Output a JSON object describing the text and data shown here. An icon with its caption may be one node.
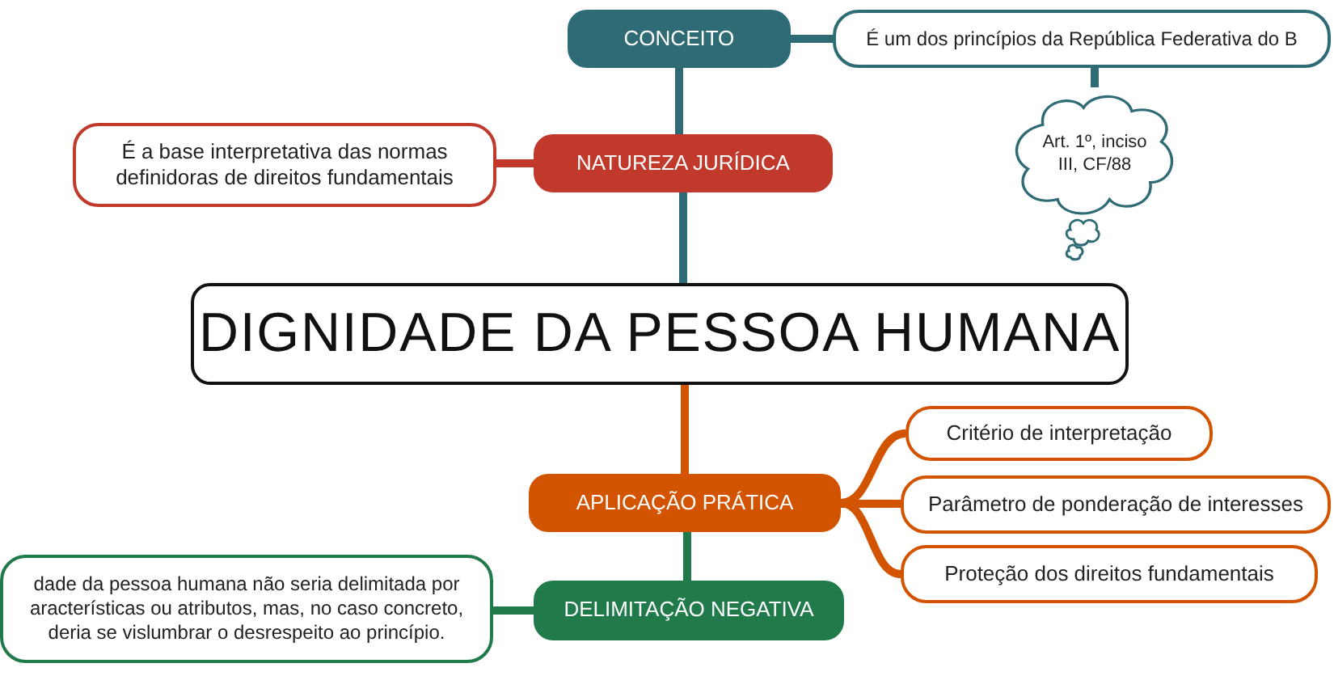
{
  "diagram": {
    "nodes": [
      {
        "text": [
          "DIGNIDADE DA PESSOA HUMANA"
        ]
      },
      {
        "text": [
          "CONCEITO"
        ]
      },
      {
        "text": [
          "É um dos princípios da República Federativa do B"
        ]
      },
      {
        "text": [
          "Art. 1º, inciso III, CF/88"
        ]
      },
      {
        "text": [
          "NATUREZA JURÍDICA"
        ]
      },
      {
        "text": [
          "É a base interpretativa das normas definidoras de direitos fundamentais"
        ]
      },
      {
        "text": [
          "APLICAÇÃO PRÁTICA"
        ]
      },
      {
        "text": [
          "Critério de interpretação"
        ]
      },
      {
        "text": [
          "Parâmetro de ponderação de interesses"
        ]
      },
      {
        "text": [
          "Proteção dos direitos fundamentais"
        ]
      },
      {
        "text": [
          "DELIMITAÇÃO NEGATIVA"
        ]
      },
      {
        "text": [
          "dade da pessoa humana não seria delimitada por aracterísticas ou atributos, mas, no caso concreto, deria se vislumbrar o desrespeito ao princípio."
        ]
      }
    ],
    "edges": [
      {
        "from": 0,
        "to": 4,
        "arrow": "none",
        "color": "#2f6b75"
      },
      {
        "from": 4,
        "to": 1,
        "arrow": "none",
        "color": "#2f6b75"
      },
      {
        "from": 1,
        "to": 2,
        "arrow": "none",
        "color": "#2f6b75"
      },
      {
        "from": 2,
        "to": 3,
        "arrow": "none",
        "color": "#2f6b75"
      },
      {
        "from": 4,
        "to": 5,
        "arrow": "none",
        "color": "#c0392b"
      },
      {
        "from": 0,
        "to": 6,
        "arrow": "none",
        "color": "#d35400"
      },
      {
        "from": 6,
        "to": 7,
        "arrow": "none",
        "color": "#d35400"
      },
      {
        "from": 6,
        "to": 8,
        "arrow": "none",
        "color": "#d35400"
      },
      {
        "from": 6,
        "to": 9,
        "arrow": "none",
        "color": "#d35400"
      },
      {
        "from": 6,
        "to": 10,
        "arrow": "none",
        "color": "#217a4a"
      },
      {
        "from": 10,
        "to": 11,
        "arrow": "none",
        "color": "#217a4a"
      }
    ]
  }
}
